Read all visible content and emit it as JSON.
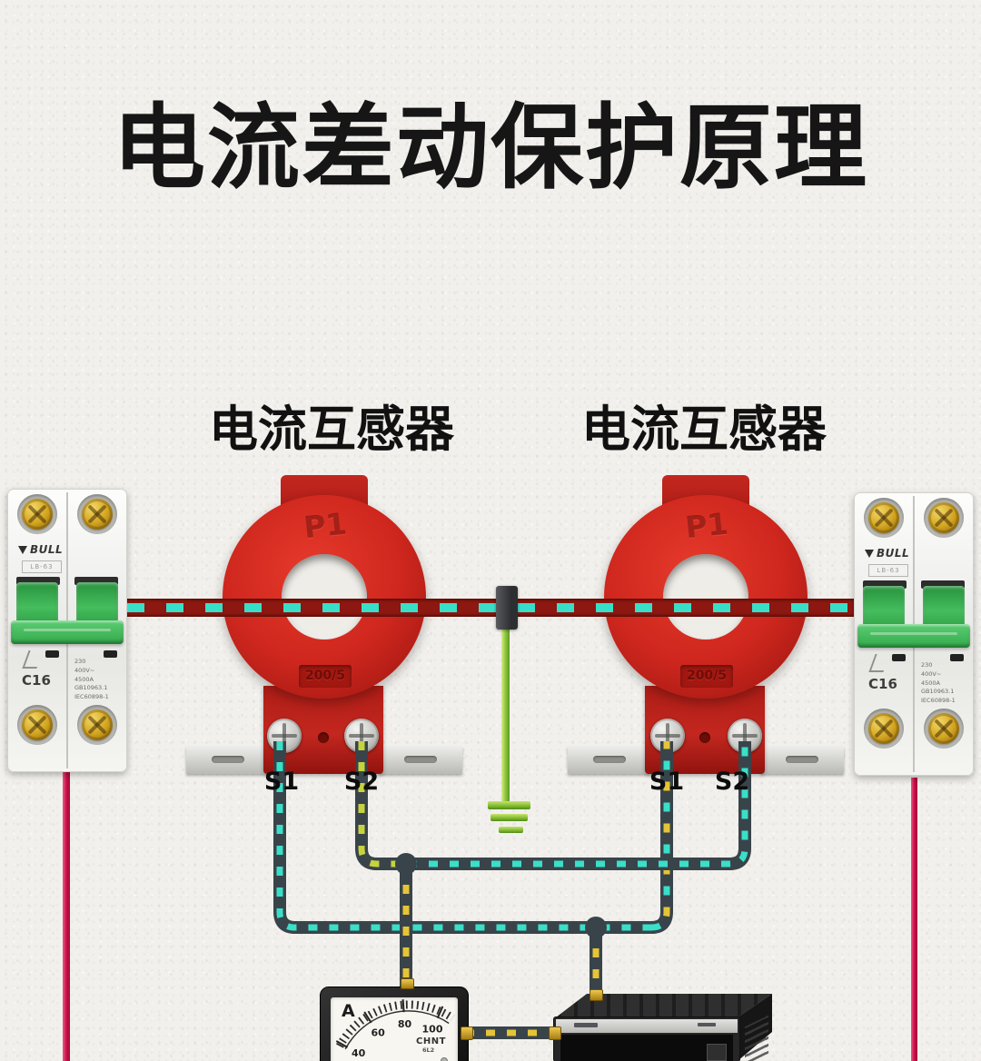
{
  "title": "电流差动保护原理",
  "transformers": {
    "left_label": "电流互感器",
    "right_label": "电流互感器",
    "terminal_primary": "P1",
    "ratio": "200/5",
    "left_s1": "S1",
    "left_s2": "S2",
    "right_s1": "S1",
    "right_s2": "S2"
  },
  "breakers": {
    "brand": "BULL",
    "model": "LB-63",
    "rating": "C16",
    "specs": [
      "230",
      "400V~",
      "4500A",
      "GB10963.1",
      "IEC60898-1"
    ]
  },
  "ammeter": {
    "unit": "A",
    "brand": "CHNT",
    "model": "6L2",
    "scale": [
      "40",
      "60",
      "80",
      "100"
    ]
  },
  "colors": {
    "bus_red": "#8d1711",
    "dash_cyan": "#3adfc8",
    "dash_yellow": "#e5c437",
    "dash_yellow_green": "#c6d33f",
    "wire_dark": "#39444a",
    "ground_green": "#8cc63e",
    "supply_magenta": "#d41a52",
    "ct_red": "#c8241c",
    "breaker_green": "#3fae54"
  }
}
